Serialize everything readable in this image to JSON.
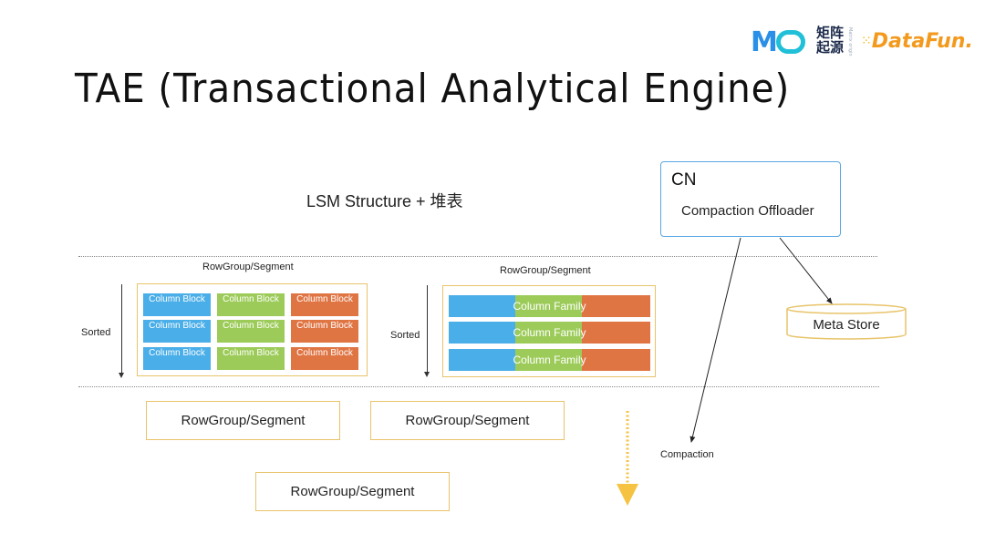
{
  "logos": {
    "mo_letters": "M",
    "mo_cn_top": "矩阵",
    "mo_cn_bottom": "起源",
    "mo_vertical_text": "Matrix origin",
    "datafun": "DataFun."
  },
  "title": "TAE (Transactional Analytical Engine)",
  "subtitle": "LSM Structure + 堆表",
  "colors": {
    "column_blue": "#4aaee8",
    "column_green": "#9ccb59",
    "column_orange": "#e07544",
    "segment_border": "#e8c46a",
    "cn_border": "#5aa6e4",
    "flow_arrow": "#f5c242"
  },
  "left_segment": {
    "label": "RowGroup/Segment",
    "sorted_label": "Sorted",
    "rows": [
      [
        "Column Block",
        "Column Block",
        "Column Block"
      ],
      [
        "Column Block",
        "Column Block",
        "Column Block"
      ],
      [
        "Column Block",
        "Column Block",
        "Column Block"
      ]
    ]
  },
  "right_segment": {
    "label": "RowGroup/Segment",
    "sorted_label": "Sorted",
    "rows": [
      "Column Family",
      "Column Family",
      "Column Family"
    ]
  },
  "lower_segments": [
    "RowGroup/Segment",
    "RowGroup/Segment",
    "RowGroup/Segment"
  ],
  "cn": {
    "title": "CN",
    "component": "Compaction Offloader"
  },
  "meta_store": "Meta Store",
  "compaction_label": "Compaction"
}
